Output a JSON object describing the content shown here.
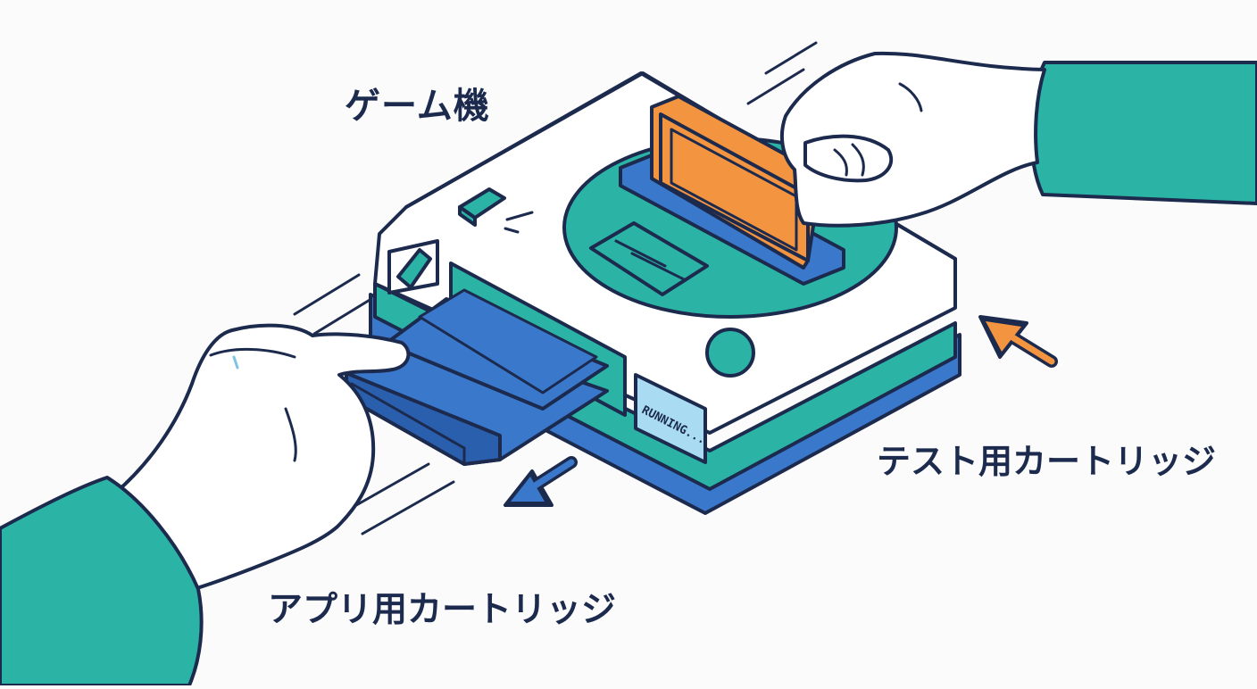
{
  "labels": {
    "console": "ゲーム機",
    "test_cartridge": "テスト用カートリッジ",
    "app_cartridge": "アプリ用カートリッジ"
  },
  "screen": {
    "status_text": "RUNNING..."
  },
  "colors": {
    "outline": "#1c2a4e",
    "teal": "#2bb3a6",
    "blue": "#3a78cc",
    "orange": "#f39540",
    "white": "#ffffff",
    "screen_bg": "#a9dcf2",
    "background": "#fbfbfb"
  },
  "icons": [
    "insert-arrow-icon",
    "eject-arrow-icon"
  ]
}
